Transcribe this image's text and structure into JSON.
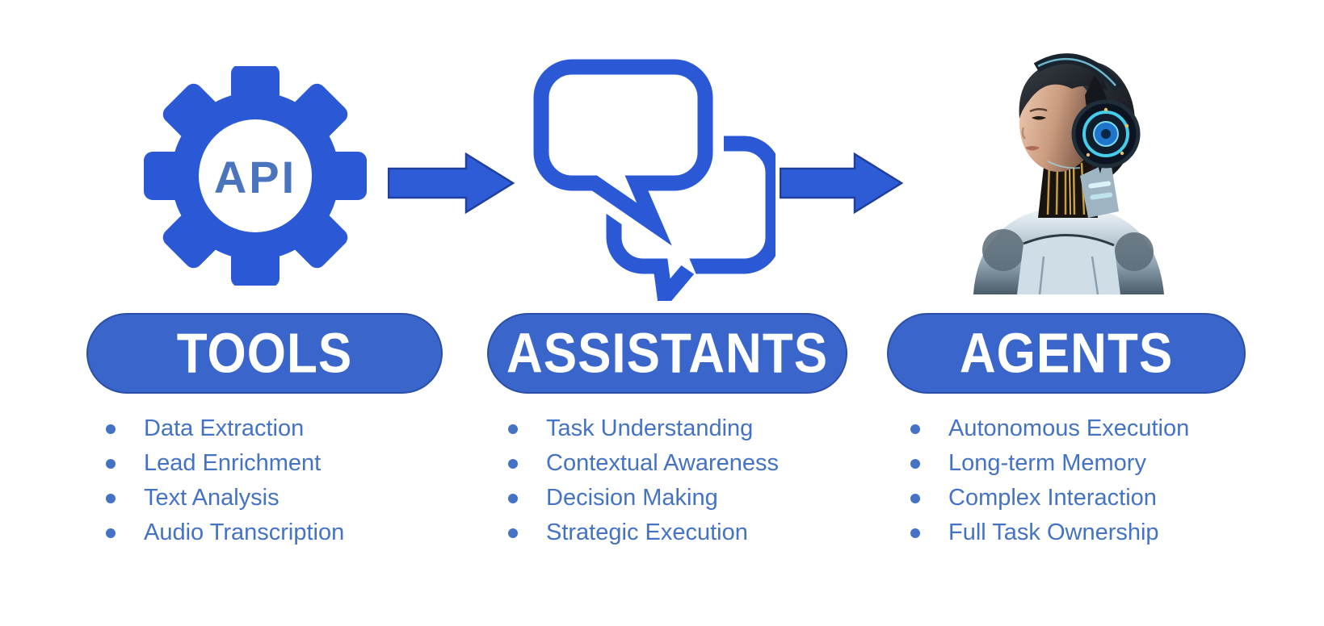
{
  "diagram_title": "Tools vs Assistants vs Agents flow",
  "colors": {
    "icon_blue": "#2B59D6",
    "arrow_fill": "#2E5BD6",
    "arrow_border": "#1E3F9D",
    "pill_fill": "#3A66CB",
    "pill_border": "#2B4FA8",
    "pill_text": "#FFFFFF",
    "bullet_text": "#4472C4",
    "api_text": "#4A74BE",
    "background": "#FFFFFF"
  },
  "icons": [
    "gear-api-icon",
    "flow-arrow-icon",
    "chat-bubbles-icon",
    "android-woman-image"
  ],
  "columns": [
    {
      "id": "tools",
      "icon": "gear-api-icon",
      "icon_label": "API",
      "title": "TOOLS",
      "items": [
        "Data Extraction",
        "Lead Enrichment",
        "Text Analysis",
        "Audio Transcription"
      ]
    },
    {
      "id": "assistants",
      "icon": "chat-bubbles-icon",
      "title": "ASSISTANTS",
      "items": [
        "Task Understanding",
        "Contextual Awareness",
        "Decision Making",
        "Strategic Execution"
      ]
    },
    {
      "id": "agents",
      "icon": "android-woman-image",
      "title": "AGENTS",
      "items": [
        "Autonomous Execution",
        "Long-term Memory",
        "Complex Interaction",
        "Full Task Ownership"
      ]
    }
  ]
}
